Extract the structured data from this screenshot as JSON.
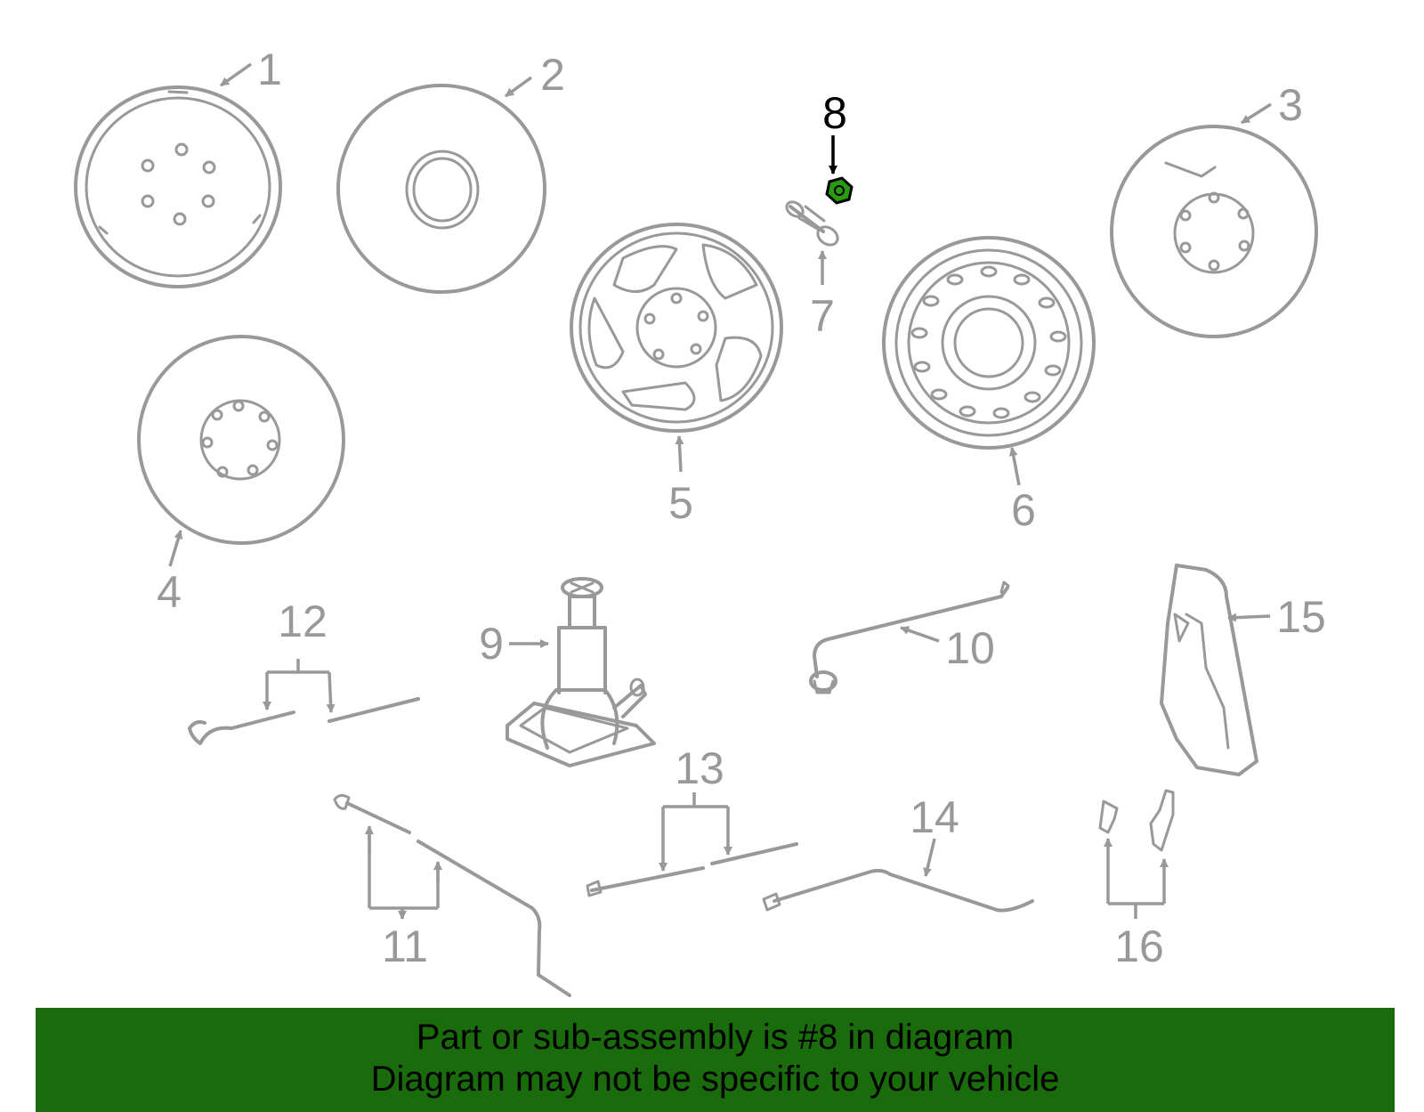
{
  "diagram": {
    "highlight_color": "#2a9a12",
    "line_color": "#999999",
    "callouts": [
      {
        "num": "1"
      },
      {
        "num": "2"
      },
      {
        "num": "3"
      },
      {
        "num": "4"
      },
      {
        "num": "5"
      },
      {
        "num": "6"
      },
      {
        "num": "7"
      },
      {
        "num": "8",
        "highlighted": true
      },
      {
        "num": "9"
      },
      {
        "num": "10"
      },
      {
        "num": "11"
      },
      {
        "num": "12"
      },
      {
        "num": "13"
      },
      {
        "num": "14"
      },
      {
        "num": "15"
      },
      {
        "num": "16"
      }
    ]
  },
  "banner": {
    "background": "#1a6b0c",
    "line1": "Part or sub-assembly is #8 in diagram",
    "line2": "Diagram may not be specific to your vehicle"
  }
}
